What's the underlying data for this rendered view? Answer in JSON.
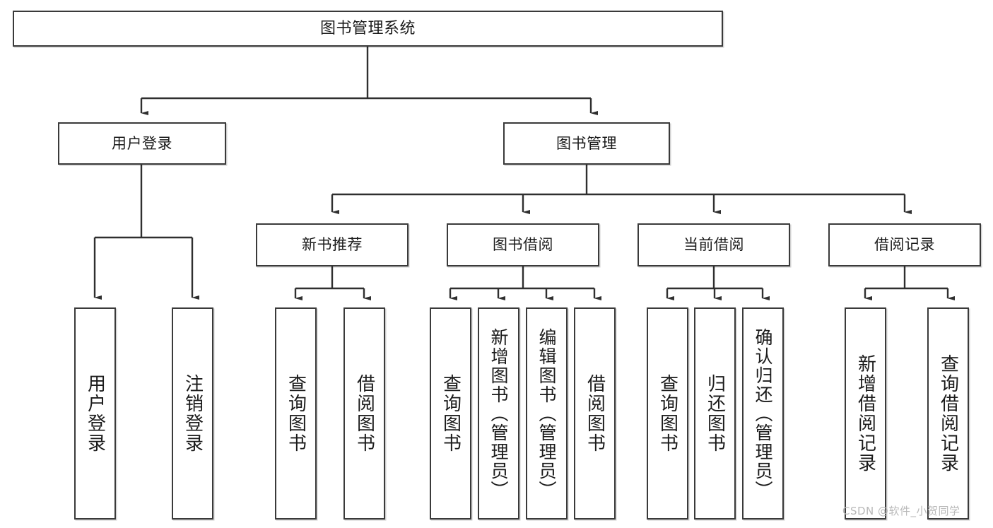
{
  "diagram": {
    "title": "图书管理系统",
    "type": "tree",
    "style": {
      "border_color": "#3a3a3a",
      "fill_color": "#ffffff",
      "text_color": "#1b1b1b",
      "background": "#ffffff"
    },
    "root": {
      "label": "图书管理系统"
    },
    "level1": [
      {
        "label": "用户登录"
      },
      {
        "label": "图书管理"
      }
    ],
    "level2": [
      {
        "label": "新书推荐"
      },
      {
        "label": "图书借阅"
      },
      {
        "label": "当前借阅"
      },
      {
        "label": "借阅记录"
      }
    ],
    "leaves": {
      "user_login": [
        {
          "label": "用户登录"
        },
        {
          "label": "注销登录"
        }
      ],
      "new_book_recommend": [
        {
          "label": "查询图书"
        },
        {
          "label": "借阅图书"
        }
      ],
      "book_borrow": [
        {
          "label": "查询图书"
        },
        {
          "label": "新增图书（管理员）"
        },
        {
          "label": "编辑图书（管理员）"
        },
        {
          "label": "借阅图书"
        }
      ],
      "current_borrow": [
        {
          "label": "查询图书"
        },
        {
          "label": "归还图书"
        },
        {
          "label": "确认归还（管理员）"
        }
      ],
      "borrow_record": [
        {
          "label": "新增借阅记录"
        },
        {
          "label": "查询借阅记录"
        }
      ]
    }
  },
  "watermark": {
    "text": "CSDN @软件_小贺同学"
  }
}
